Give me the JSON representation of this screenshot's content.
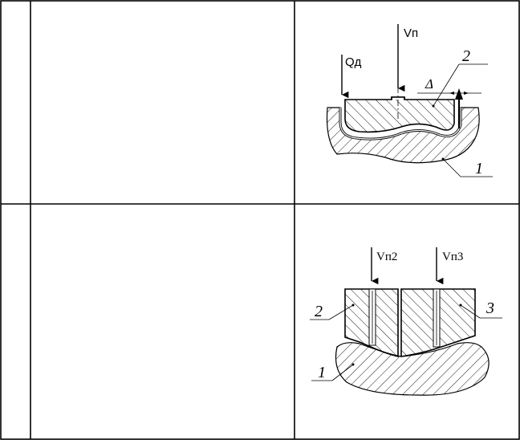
{
  "rows": [
    {
      "figure": {
        "force_label": "Qд",
        "velocity_label": "Vп",
        "gap_label": "Δ",
        "part_2_label": "2",
        "part_1_label": "1"
      }
    },
    {
      "figure": {
        "velocity_2_label": "Vп2",
        "velocity_3_label": "Vп3",
        "part_2_label": "2",
        "part_3_label": "3",
        "part_1_label": "1"
      }
    }
  ]
}
